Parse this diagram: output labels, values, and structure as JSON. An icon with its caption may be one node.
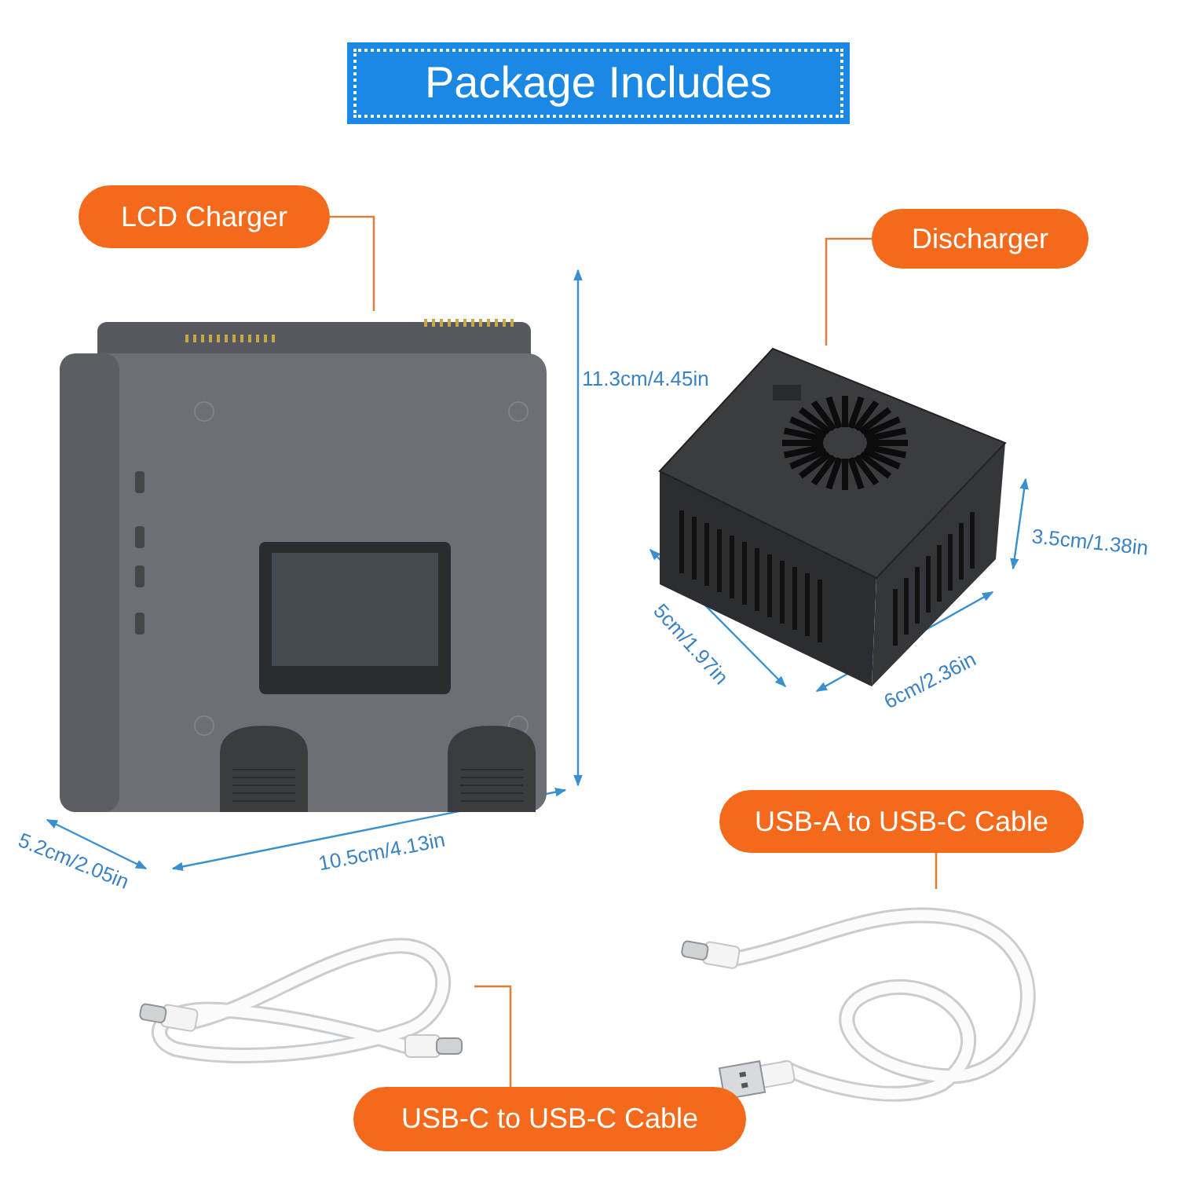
{
  "diagram": {
    "title": "Package Includes",
    "nodes": [
      {
        "text": [
          "LCD Charger"
        ]
      },
      {
        "text": [
          "Discharger"
        ]
      },
      {
        "text": [],
        "shape": "picture"
      },
      {
        "text": [],
        "shape": "picture"
      },
      {
        "text": [
          "USB-A to USB-C Cable"
        ]
      },
      {
        "text": [],
        "shape": "picture"
      },
      {
        "text": [],
        "shape": "picture"
      },
      {
        "text": [
          "USB-C to USB-C Cable"
        ]
      }
    ],
    "edges": [
      {
        "from": 0,
        "to": 2,
        "arrow": "none"
      },
      {
        "from": 1,
        "to": 3,
        "arrow": "none"
      },
      {
        "from": 4,
        "to": 5,
        "arrow": "none"
      },
      {
        "from": 7,
        "to": 6,
        "arrow": "none"
      }
    ],
    "labels": [
      "11.3cm/4.45in",
      "3.5cm/1.38in",
      "5cm/1.97in",
      "6cm/2.36in",
      "5.2cm/2.05in",
      "10.5cm/4.13in"
    ]
  }
}
